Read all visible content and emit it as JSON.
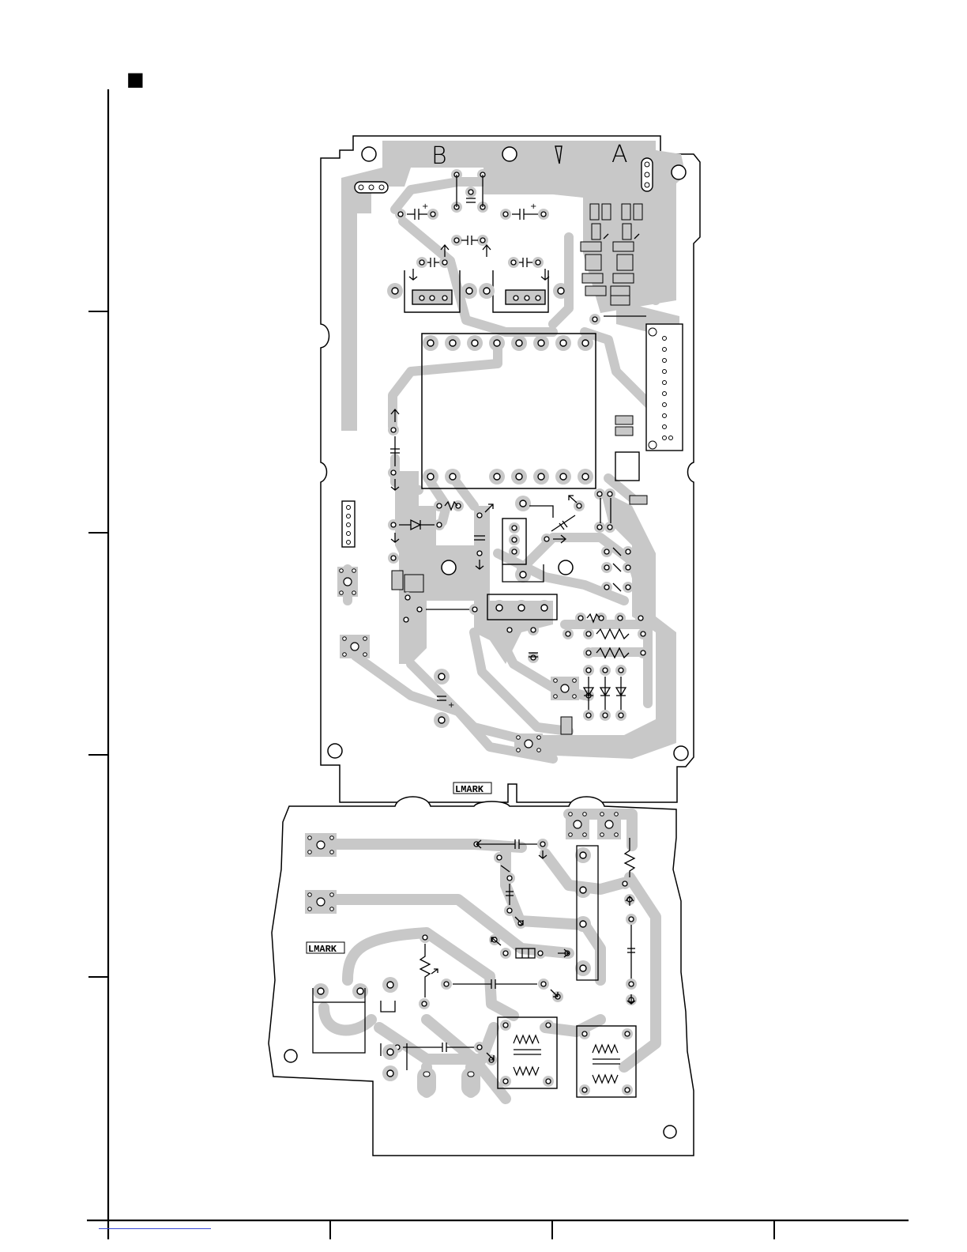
{
  "document": {
    "section_marker": "■",
    "colors": {
      "copper": "#c8c8c8",
      "board_outline": "#000000",
      "link_underline": "#3a4ad8"
    }
  },
  "top_board": {
    "silkscreen_b": "B",
    "silkscreen_a": "A",
    "marker_label": "LMARK"
  },
  "bottom_board": {
    "marker_label": "LMARK"
  }
}
